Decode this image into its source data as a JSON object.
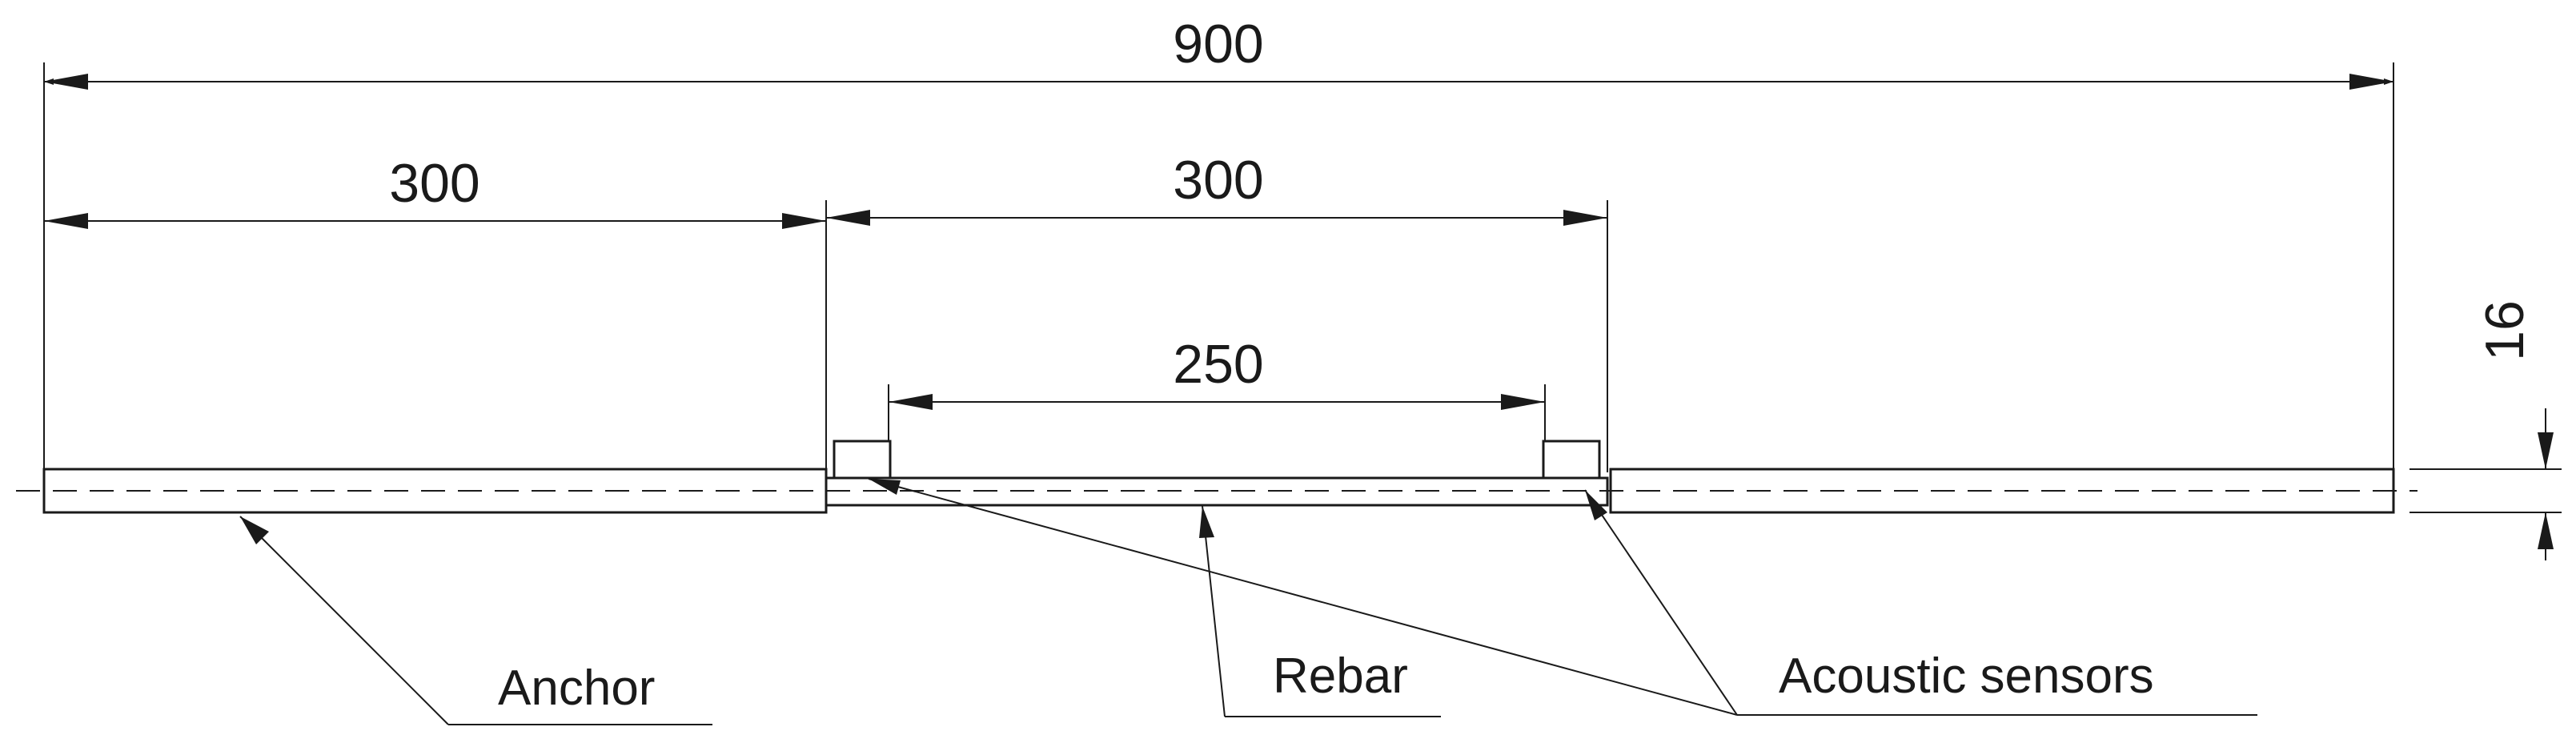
{
  "dimensions": {
    "overall": "900",
    "anchor_left": "300",
    "rebar_span": "300",
    "sensor_spacing": "250",
    "diameter": "16"
  },
  "labels": {
    "anchor": "Anchor",
    "rebar": "Rebar",
    "sensors": "Acoustic sensors"
  }
}
